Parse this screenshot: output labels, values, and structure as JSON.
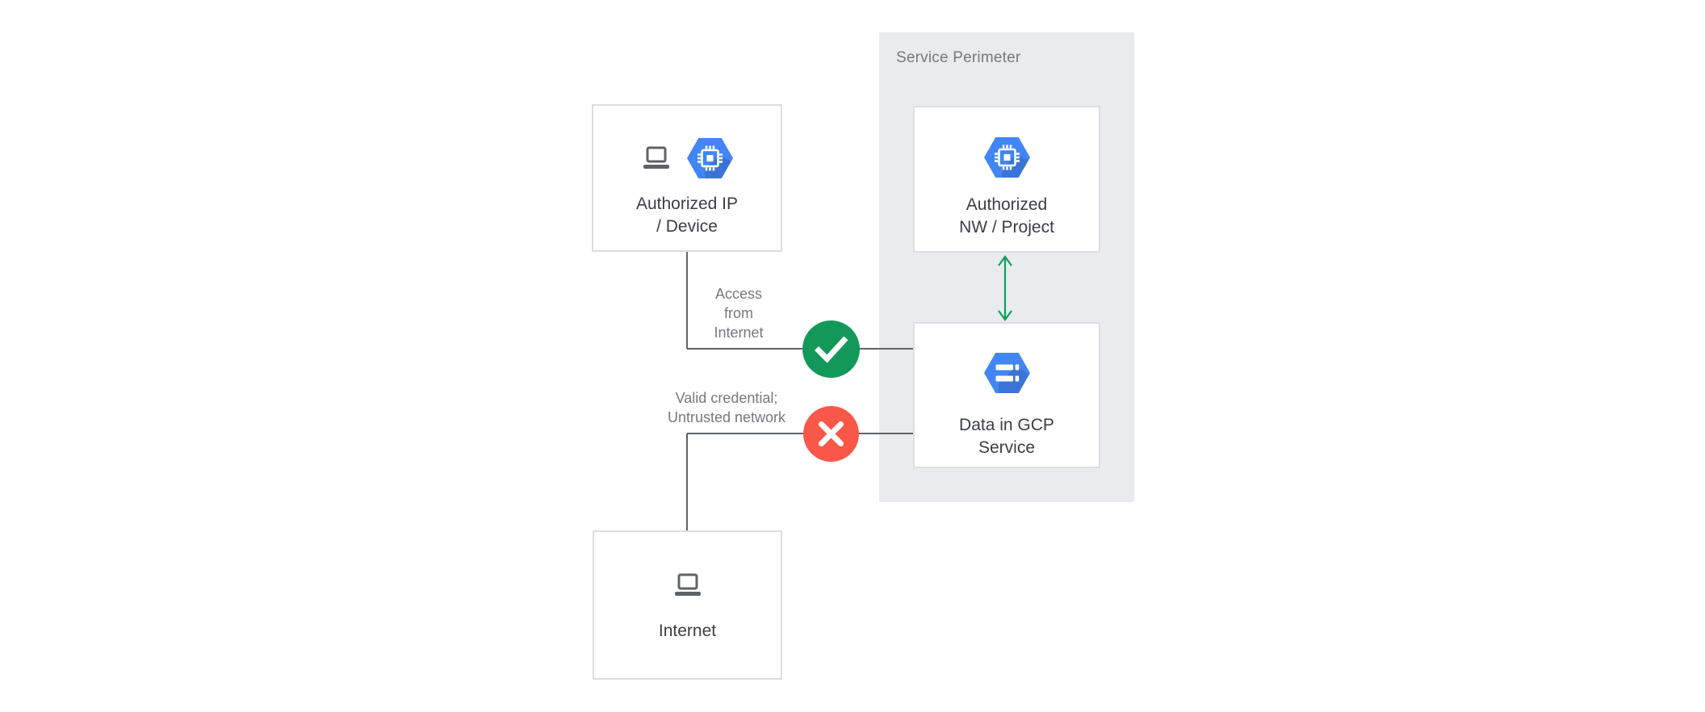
{
  "perimeter": {
    "label": "Service Perimeter"
  },
  "boxes": {
    "authorized_ip": {
      "line1": "Authorized IP",
      "line2": "/ Device"
    },
    "authorized_nw": {
      "line1": "Authorized",
      "line2": "NW / Project"
    },
    "data_gcp": {
      "line1": "Data in GCP",
      "line2": "Service"
    },
    "internet": {
      "label": "Internet"
    }
  },
  "edges": {
    "access_from_internet": {
      "line1": "Access",
      "line2": "from",
      "line3": "Internet",
      "status": "allowed"
    },
    "untrusted_network": {
      "line1": "Valid credential;",
      "line2": "Untrusted network",
      "status": "blocked"
    }
  },
  "icons": {
    "laptop": "laptop-icon",
    "compute_hexagon": "gcp-compute-engine-icon",
    "storage_hexagon": "gcp-cloud-storage-icon",
    "check": "check-icon",
    "cross": "cross-icon",
    "double_arrow": "double-arrow-icon"
  },
  "colors": {
    "panel_bg": "#E9EBEE",
    "box_border": "#DBDDE0",
    "connector_gray": "#5F6368",
    "text_dark": "#3B3E42",
    "text_gray": "#76787B",
    "status_green": "#12995A",
    "status_red": "#F95849",
    "arrow_green": "#0F9D58",
    "gcp_blue": "#4285F4"
  }
}
